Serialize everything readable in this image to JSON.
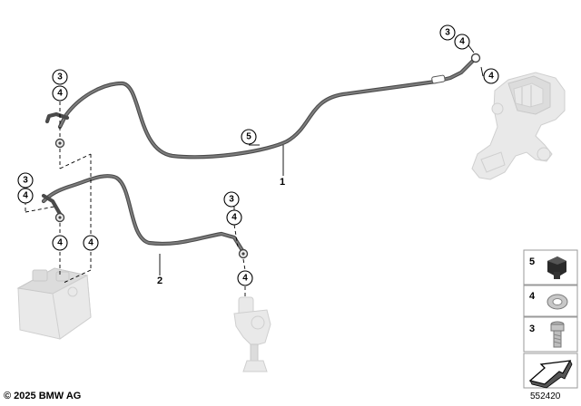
{
  "copyright": "© 2025 BMW AG",
  "diagram_number": "552420",
  "item_labels": {
    "line_1": "1",
    "line_2": "2"
  },
  "callouts": {
    "c5": "5",
    "rear_3": "3",
    "rear_4": "4",
    "rear_caliper_4": "4",
    "top_3": "3",
    "top_4": "4",
    "mid_3": "3",
    "mid_4": "4",
    "low_left_4": "4",
    "low_right_4": "4",
    "clutch_3": "3",
    "clutch_4": "4",
    "clutch_low_4": "4"
  },
  "legend": [
    {
      "number": "5",
      "icon": "rubber-grommet-icon"
    },
    {
      "number": "4",
      "icon": "sealing-ring-icon"
    },
    {
      "number": "3",
      "icon": "hollow-bolt-icon"
    }
  ]
}
